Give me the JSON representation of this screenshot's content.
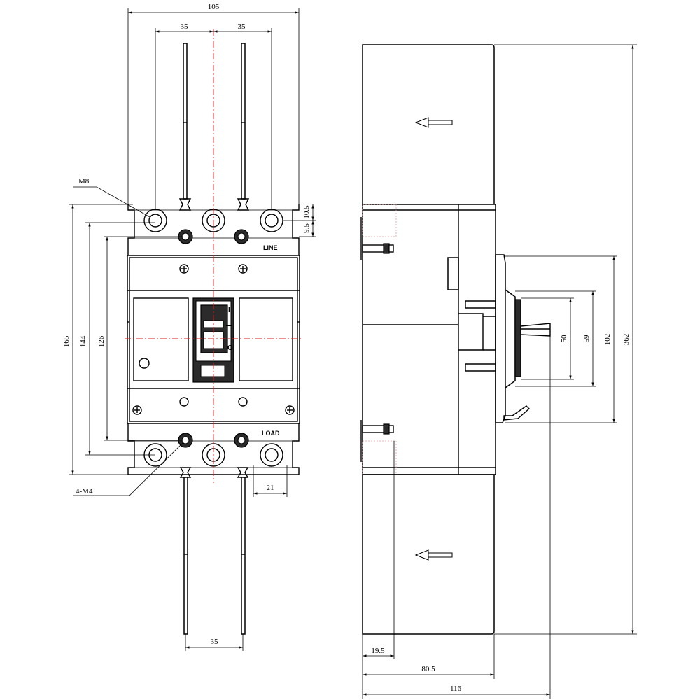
{
  "front_view": {
    "dims": {
      "overall_width": "105",
      "pole_pitch_left": "35",
      "pole_pitch_right": "35",
      "height_165": "165",
      "height_144": "144",
      "height_126": "126",
      "terminal_offset_10_5": "10.5",
      "terminal_offset_9_5": "9.5",
      "terminal_width": "21",
      "bottom_pitch": "35"
    },
    "callouts": {
      "main_screw": "M8",
      "mount_screws": "4-M4"
    },
    "labels": {
      "line": "LINE",
      "load": "LOAD",
      "on_symbol": "I",
      "off_symbol": "O"
    }
  },
  "side_view": {
    "dims": {
      "total_height": "362",
      "height_102": "102",
      "height_59": "59",
      "height_50": "50",
      "depth_19_5": "19.5",
      "depth_80_5": "80.5",
      "depth_116": "116"
    }
  }
}
